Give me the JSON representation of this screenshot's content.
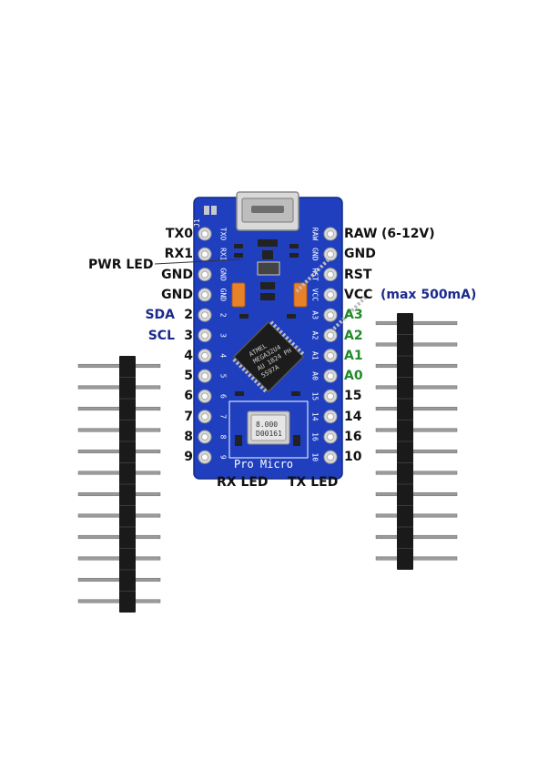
{
  "board": {
    "silkscreen_name": "Pro Micro",
    "jumper_label": "J1",
    "chip_lines": [
      "ATMEL",
      "MEGA32U4",
      "AU 1824 PH",
      "5S97A"
    ],
    "crystal_text": [
      "8.000",
      "D00161"
    ],
    "left_pins_silk": [
      "TXO",
      "RXI",
      "GND",
      "GND",
      "2",
      "3",
      "4",
      "5",
      "6",
      "7",
      "8",
      "9"
    ],
    "right_pins_silk": [
      "RAW",
      "GND",
      "RST",
      "VCC",
      "A3",
      "A2",
      "A1",
      "A0",
      "15",
      "14",
      "16",
      "10"
    ]
  },
  "left_labels": [
    {
      "text": "TX0",
      "color": "#111111"
    },
    {
      "text": "RX1",
      "color": "#111111"
    },
    {
      "text": "GND",
      "color": "#111111"
    },
    {
      "text": "GND",
      "color": "#111111"
    },
    {
      "text": "2",
      "color": "#111111",
      "prefix": "SDA",
      "prefix_color": "#1b2a8c"
    },
    {
      "text": "3",
      "color": "#111111",
      "prefix": "SCL",
      "prefix_color": "#1b2a8c"
    },
    {
      "text": "4",
      "color": "#111111"
    },
    {
      "text": "5",
      "color": "#111111"
    },
    {
      "text": "6",
      "color": "#111111"
    },
    {
      "text": "7",
      "color": "#111111"
    },
    {
      "text": "8",
      "color": "#111111"
    },
    {
      "text": "9",
      "color": "#111111"
    }
  ],
  "right_labels": [
    {
      "text": "RAW",
      "color": "#111111",
      "suffix": "(6-12V)",
      "suffix_color": "#111111"
    },
    {
      "text": "GND",
      "color": "#111111"
    },
    {
      "text": "RST",
      "color": "#111111"
    },
    {
      "text": "VCC",
      "color": "#111111",
      "suffix": "(max 500mA)",
      "suffix_color": "#1b2a8c"
    },
    {
      "text": "A3",
      "color": "#1f8a2a"
    },
    {
      "text": "A2",
      "color": "#1f8a2a"
    },
    {
      "text": "A1",
      "color": "#1f8a2a"
    },
    {
      "text": "A0",
      "color": "#1f8a2a"
    },
    {
      "text": "15",
      "color": "#111111"
    },
    {
      "text": "14",
      "color": "#111111"
    },
    {
      "text": "16",
      "color": "#111111"
    },
    {
      "text": "10",
      "color": "#111111"
    }
  ],
  "callouts": {
    "pwr_led": "PWR LED",
    "rx_led": "RX LED",
    "tx_led": "TX LED"
  },
  "colors": {
    "pcb": "#1f3fbf",
    "pcb_dark": "#16309a",
    "silk": "#ffffff",
    "label_blue": "#1b2a8c",
    "label_green": "#1f8a2a",
    "header_plastic": "#1a1a1a",
    "header_pin": "#9a9a9a",
    "led_orange": "#e8822a"
  },
  "headers": {
    "left_pin_count": 12,
    "right_pin_count": 12
  }
}
